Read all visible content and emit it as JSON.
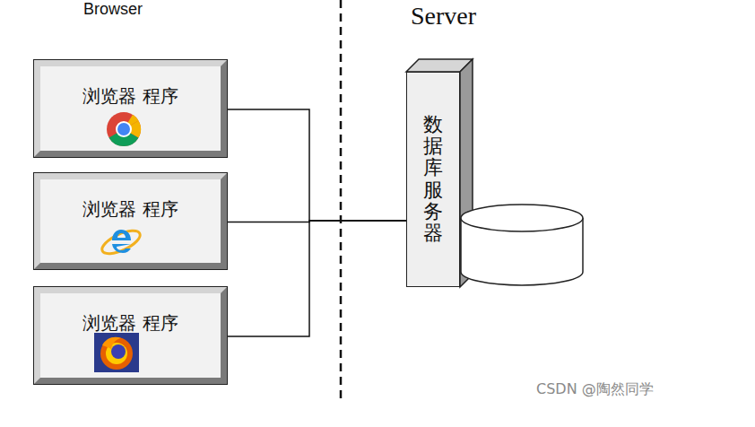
{
  "diagram": {
    "nodes": [
      {
        "text": [
          "浏览器 程序"
        ]
      },
      {
        "text": [
          "浏览器 程序"
        ]
      },
      {
        "text": [
          "浏览器 程序"
        ]
      },
      {
        "text": [
          "数据库服务器"
        ]
      }
    ],
    "edges": [
      {
        "from": 0,
        "to": 3,
        "arrow": "none"
      },
      {
        "from": 1,
        "to": 3,
        "arrow": "none"
      },
      {
        "from": 2,
        "to": 3,
        "arrow": "none"
      }
    ],
    "labels": [
      "Browser",
      "Server",
      "CSDN @陶然同学"
    ]
  }
}
